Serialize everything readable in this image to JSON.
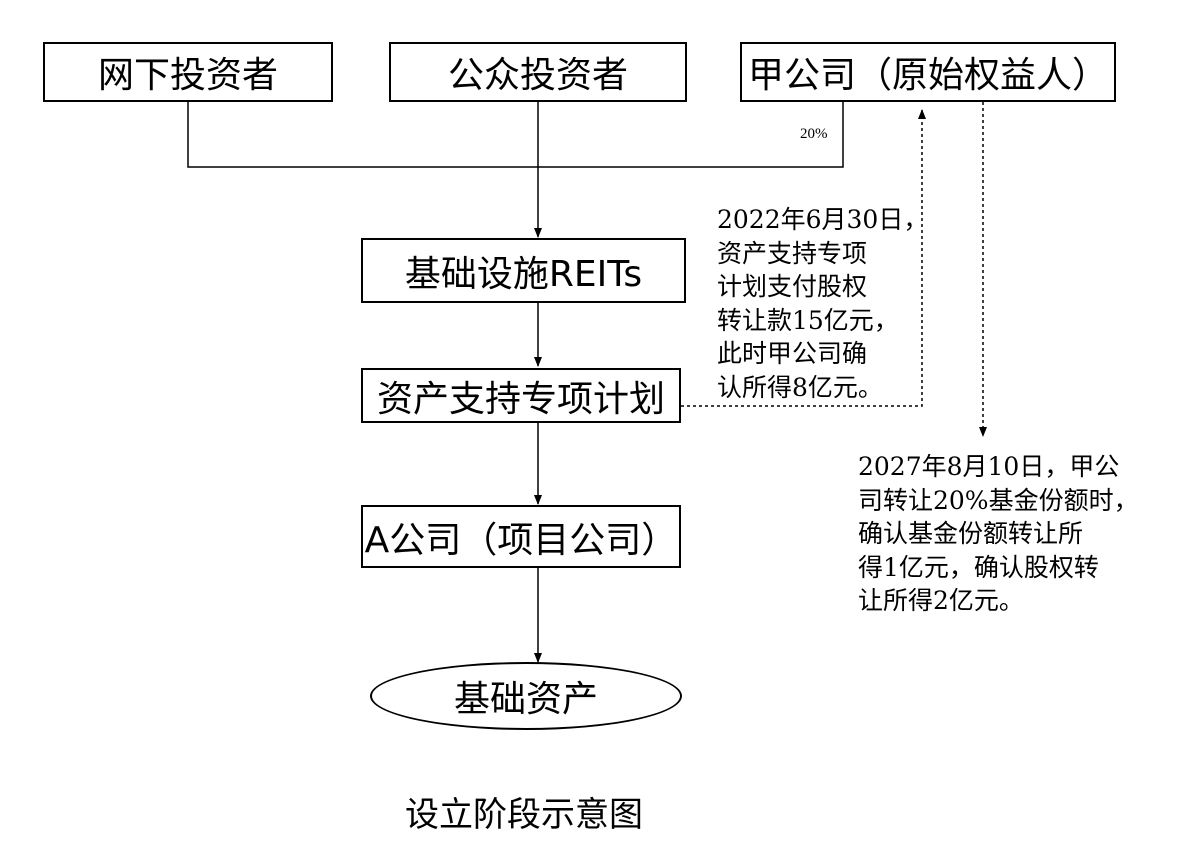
{
  "nodes": {
    "offline_investors": "网下投资者",
    "public_investors": "公众投资者",
    "company_jia": "甲公司（原始权益人）",
    "reits": "基础设施REITs",
    "abs_plan": "资产支持专项计划",
    "company_a": "A公司（项目公司）",
    "underlying_assets": "基础资产"
  },
  "labels": {
    "pct": "20%",
    "note_2022": "2022年6月30日，\n资产支持专项\n计划支付股权\n转让款15亿元，\n此时甲公司确\n认所得8亿元。",
    "note_2027": "2027年8月10日，甲公\n司转让20%基金份额时，\n确认基金份额转让所\n得1亿元，确认股权转\n让所得2亿元。"
  },
  "caption": "设立阶段示意图"
}
